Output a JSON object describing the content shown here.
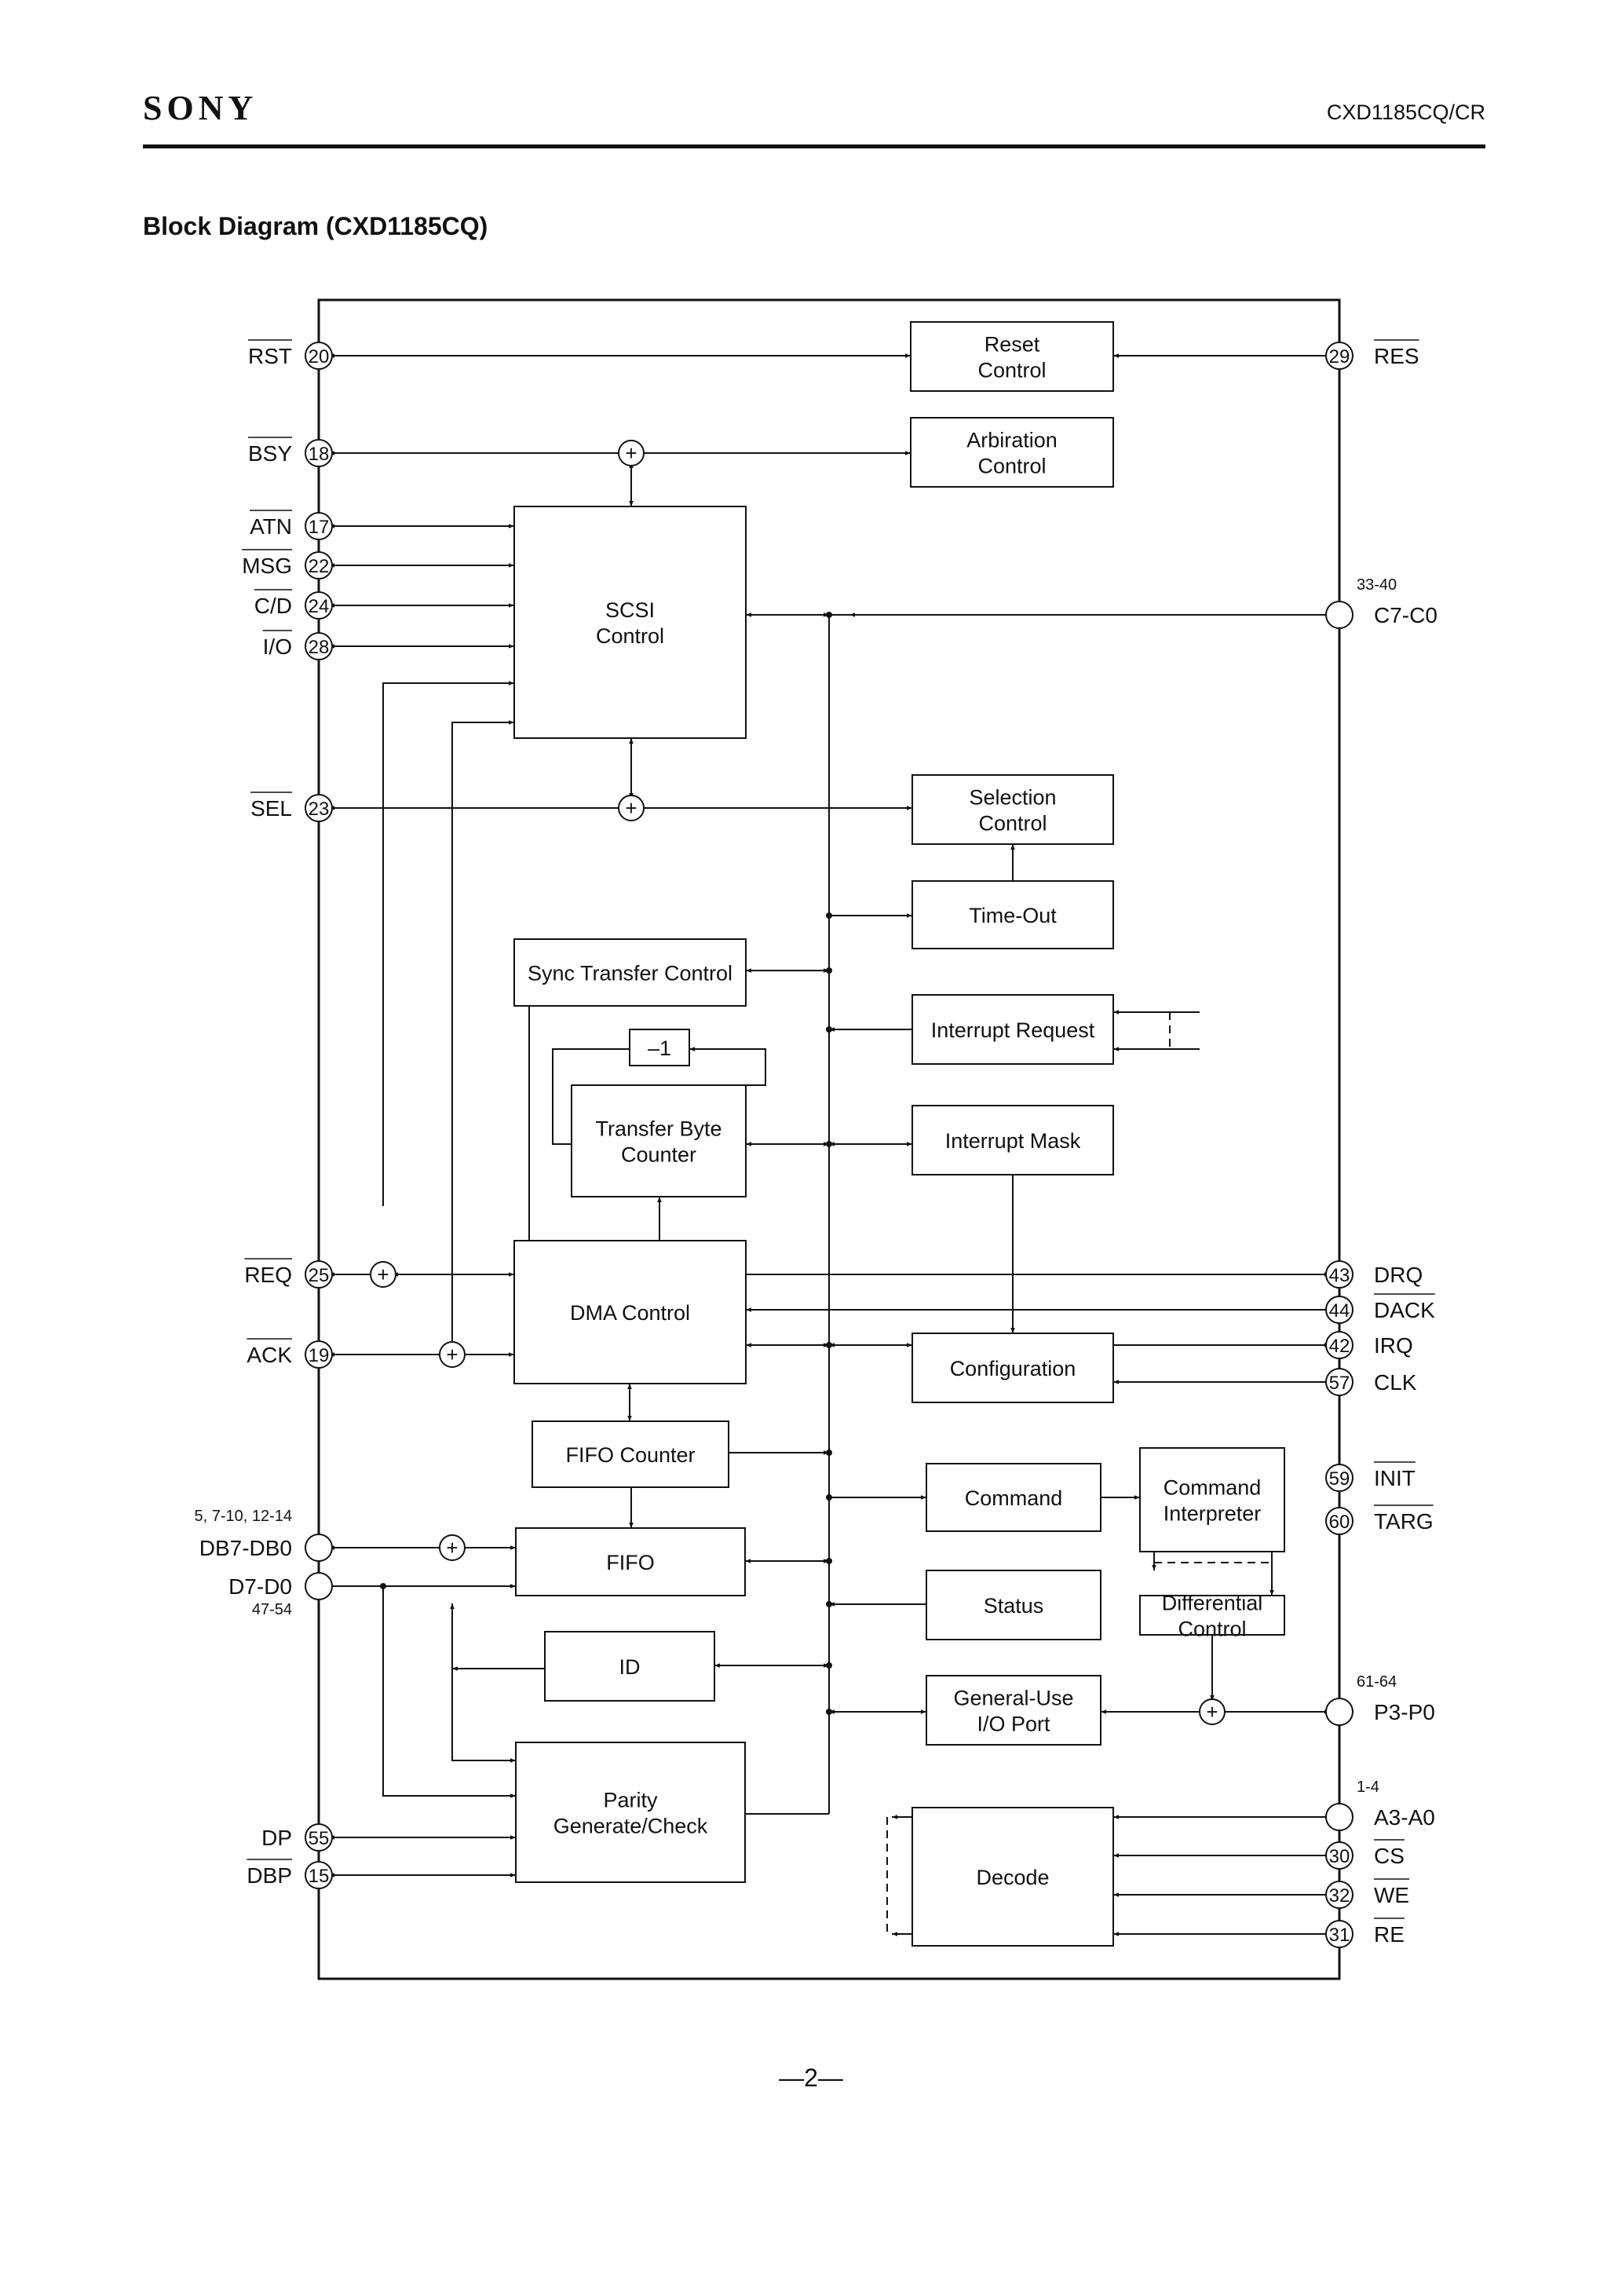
{
  "header": {
    "logo": "SONY",
    "part_number": "CXD1185CQ/CR"
  },
  "title": "Block Diagram (CXD1185CQ)",
  "page_number": "—2—",
  "blocks": {
    "reset": [
      "Reset",
      "Control"
    ],
    "arb": [
      "Arbiration",
      "Control"
    ],
    "scsi": [
      "SCSI",
      "Control"
    ],
    "sel": [
      "Selection",
      "Control"
    ],
    "timeout": [
      "Time-Out"
    ],
    "sync": [
      "Sync Transfer Control"
    ],
    "intreq": [
      "Interrupt Request"
    ],
    "minus": [
      "–1"
    ],
    "tbc": [
      "Transfer Byte",
      "Counter"
    ],
    "intmask": [
      "Interrupt Mask"
    ],
    "dma": [
      "DMA Control"
    ],
    "config": [
      "Configuration"
    ],
    "fifoc": [
      "FIFO Counter"
    ],
    "cmd": [
      "Command"
    ],
    "cmdint": [
      "Command",
      "Interpreter"
    ],
    "fifo": [
      "FIFO"
    ],
    "status": [
      "Status"
    ],
    "diff": [
      "Differential",
      "Control"
    ],
    "id": [
      "ID"
    ],
    "gio": [
      "General-Use",
      "I/O Port"
    ],
    "parity": [
      "Parity",
      "Generate/Check"
    ],
    "decode": [
      "Decode"
    ]
  },
  "pins": {
    "rst": {
      "num": "20",
      "label": "RST"
    },
    "bsy": {
      "num": "18",
      "label": "BSY"
    },
    "atn": {
      "num": "17",
      "label": "ATN"
    },
    "msg": {
      "num": "22",
      "label": "MSG"
    },
    "cd": {
      "num": "24",
      "label": "C/D"
    },
    "io": {
      "num": "28",
      "label": "I/O"
    },
    "sel": {
      "num": "23",
      "label": "SEL"
    },
    "req": {
      "num": "25",
      "label": "REQ"
    },
    "ack": {
      "num": "19",
      "label": "ACK"
    },
    "db": {
      "num": "",
      "label": "DB7-DB0",
      "range": "5, 7-10, 12-14"
    },
    "d": {
      "num": "",
      "label": "D7-D0",
      "range": "47-54"
    },
    "dp": {
      "num": "55",
      "label": "DP"
    },
    "dbp": {
      "num": "15",
      "label": "DBP"
    },
    "res": {
      "num": "29",
      "label": "RES"
    },
    "c": {
      "num": "",
      "label": "C7-C0",
      "range": "33-40"
    },
    "drq": {
      "num": "43",
      "label": "DRQ"
    },
    "dack": {
      "num": "44",
      "label": "DACK"
    },
    "irq": {
      "num": "42",
      "label": "IRQ"
    },
    "clk": {
      "num": "57",
      "label": "CLK"
    },
    "init": {
      "num": "59",
      "label": "INIT"
    },
    "targ": {
      "num": "60",
      "label": "TARG"
    },
    "p": {
      "num": "",
      "label": "P3-P0",
      "range": "61-64"
    },
    "a": {
      "num": "",
      "label": "A3-A0",
      "range": "1-4"
    },
    "cs": {
      "num": "30",
      "label": "CS"
    },
    "we": {
      "num": "32",
      "label": "WE"
    },
    "re": {
      "num": "31",
      "label": "RE"
    }
  },
  "symbols": {
    "plus": "+"
  }
}
